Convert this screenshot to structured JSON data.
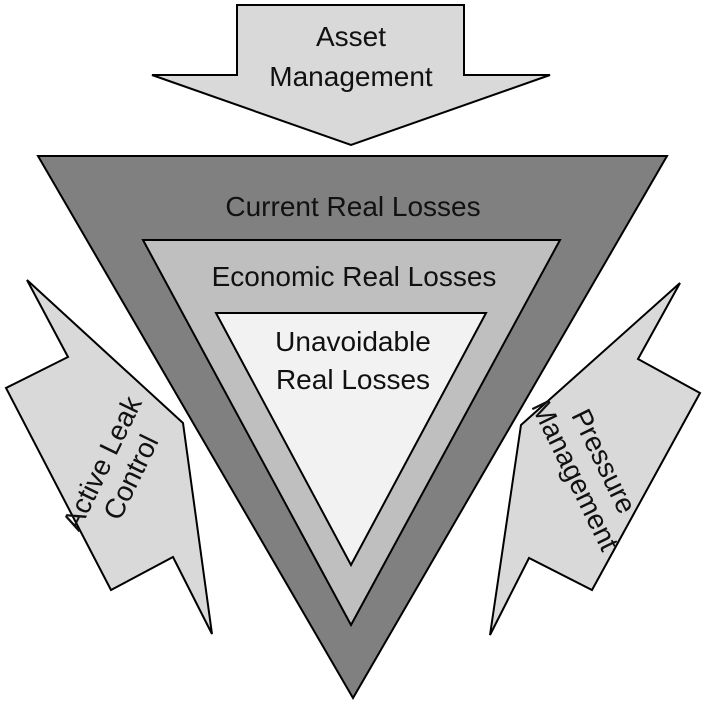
{
  "colors": {
    "arrow_fill": "#d9d9d9",
    "outer_fill": "#808080",
    "middle_fill": "#bfbfbf",
    "inner_fill": "#f2f2f2",
    "outline": "#000000"
  },
  "arrows": {
    "top": {
      "line1": "Asset",
      "line2": "Management"
    },
    "left": {
      "line1": "Active Leak",
      "line2": "Control"
    },
    "right": {
      "line1": "Pressure",
      "line2": "Management"
    }
  },
  "triangles": {
    "outer": {
      "label": "Current Real Losses"
    },
    "middle": {
      "label": "Economic Real Losses"
    },
    "inner": {
      "line1": "Unavoidable",
      "line2": "Real Losses"
    }
  }
}
